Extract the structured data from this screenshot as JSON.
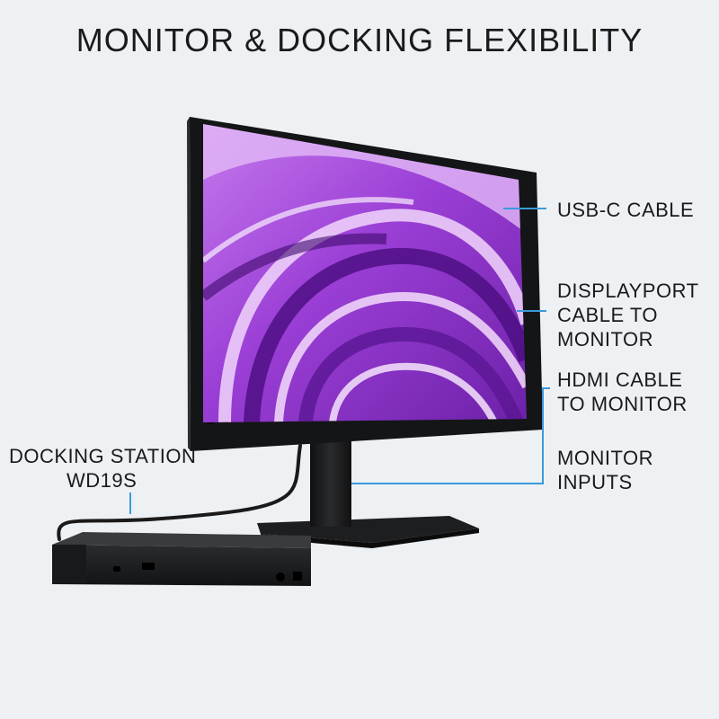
{
  "title": "MONITOR & DOCKING FLEXIBILITY",
  "callouts": {
    "usbc": "USB-C CABLE",
    "displayport": [
      "DISPLAYPORT",
      "CABLE TO",
      "MONITOR"
    ],
    "hdmi": [
      "HDMI CABLE",
      "TO MONITOR"
    ],
    "inputs": [
      "MONITOR",
      "INPUTS"
    ],
    "dock": [
      "DOCKING STATION",
      "WD19S"
    ]
  },
  "colors": {
    "background": "#eef1f3",
    "leader_line": "#3a9ad9",
    "screen_primary": "#8e2bd0",
    "device_body": "#1c1d1f"
  }
}
